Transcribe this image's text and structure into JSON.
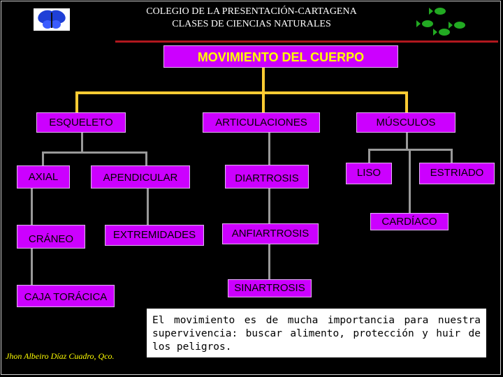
{
  "header": {
    "line1": "COLEGIO DE LA PRESENTACIÓN-CARTAGENA",
    "line2": "CLASES DE CIENCIAS NATURALES",
    "rule_color": "#b0181e"
  },
  "icons": {
    "logo": "butterfly-icon",
    "fish": "fish-icon"
  },
  "title": "MOVIMIENTO DEL CUERPO",
  "nodes": {
    "esqueleto": "ESQUELETO",
    "articulaciones": "ARTICULACIONES",
    "musculos": "MÚSCULOS",
    "axial": "AXIAL",
    "apendicular": "APENDICULAR",
    "diartrosis": "DIARTROSIS",
    "liso": "LISO",
    "estriado": "ESTRIADO",
    "craneo": "CRÁNEO",
    "extremidades": "EXTREMIDADES",
    "anfiartrosis": "ANFIARTROSIS",
    "cardiaco": "CARDÍACO",
    "caja_toracica": "CAJA TORÁCICA",
    "sinartrosis": "SINARTROSIS"
  },
  "note": "El movimiento es de mucha importancia para nuestra supervivencia: buscar alimento, protección y huir de los peligros.",
  "author": "Jhon Albeiro Díaz Cuadro, Qco.",
  "colors": {
    "box": "#cc00ff",
    "title_text": "#ffff00",
    "connector": "#ffcc33",
    "background": "#000000"
  }
}
